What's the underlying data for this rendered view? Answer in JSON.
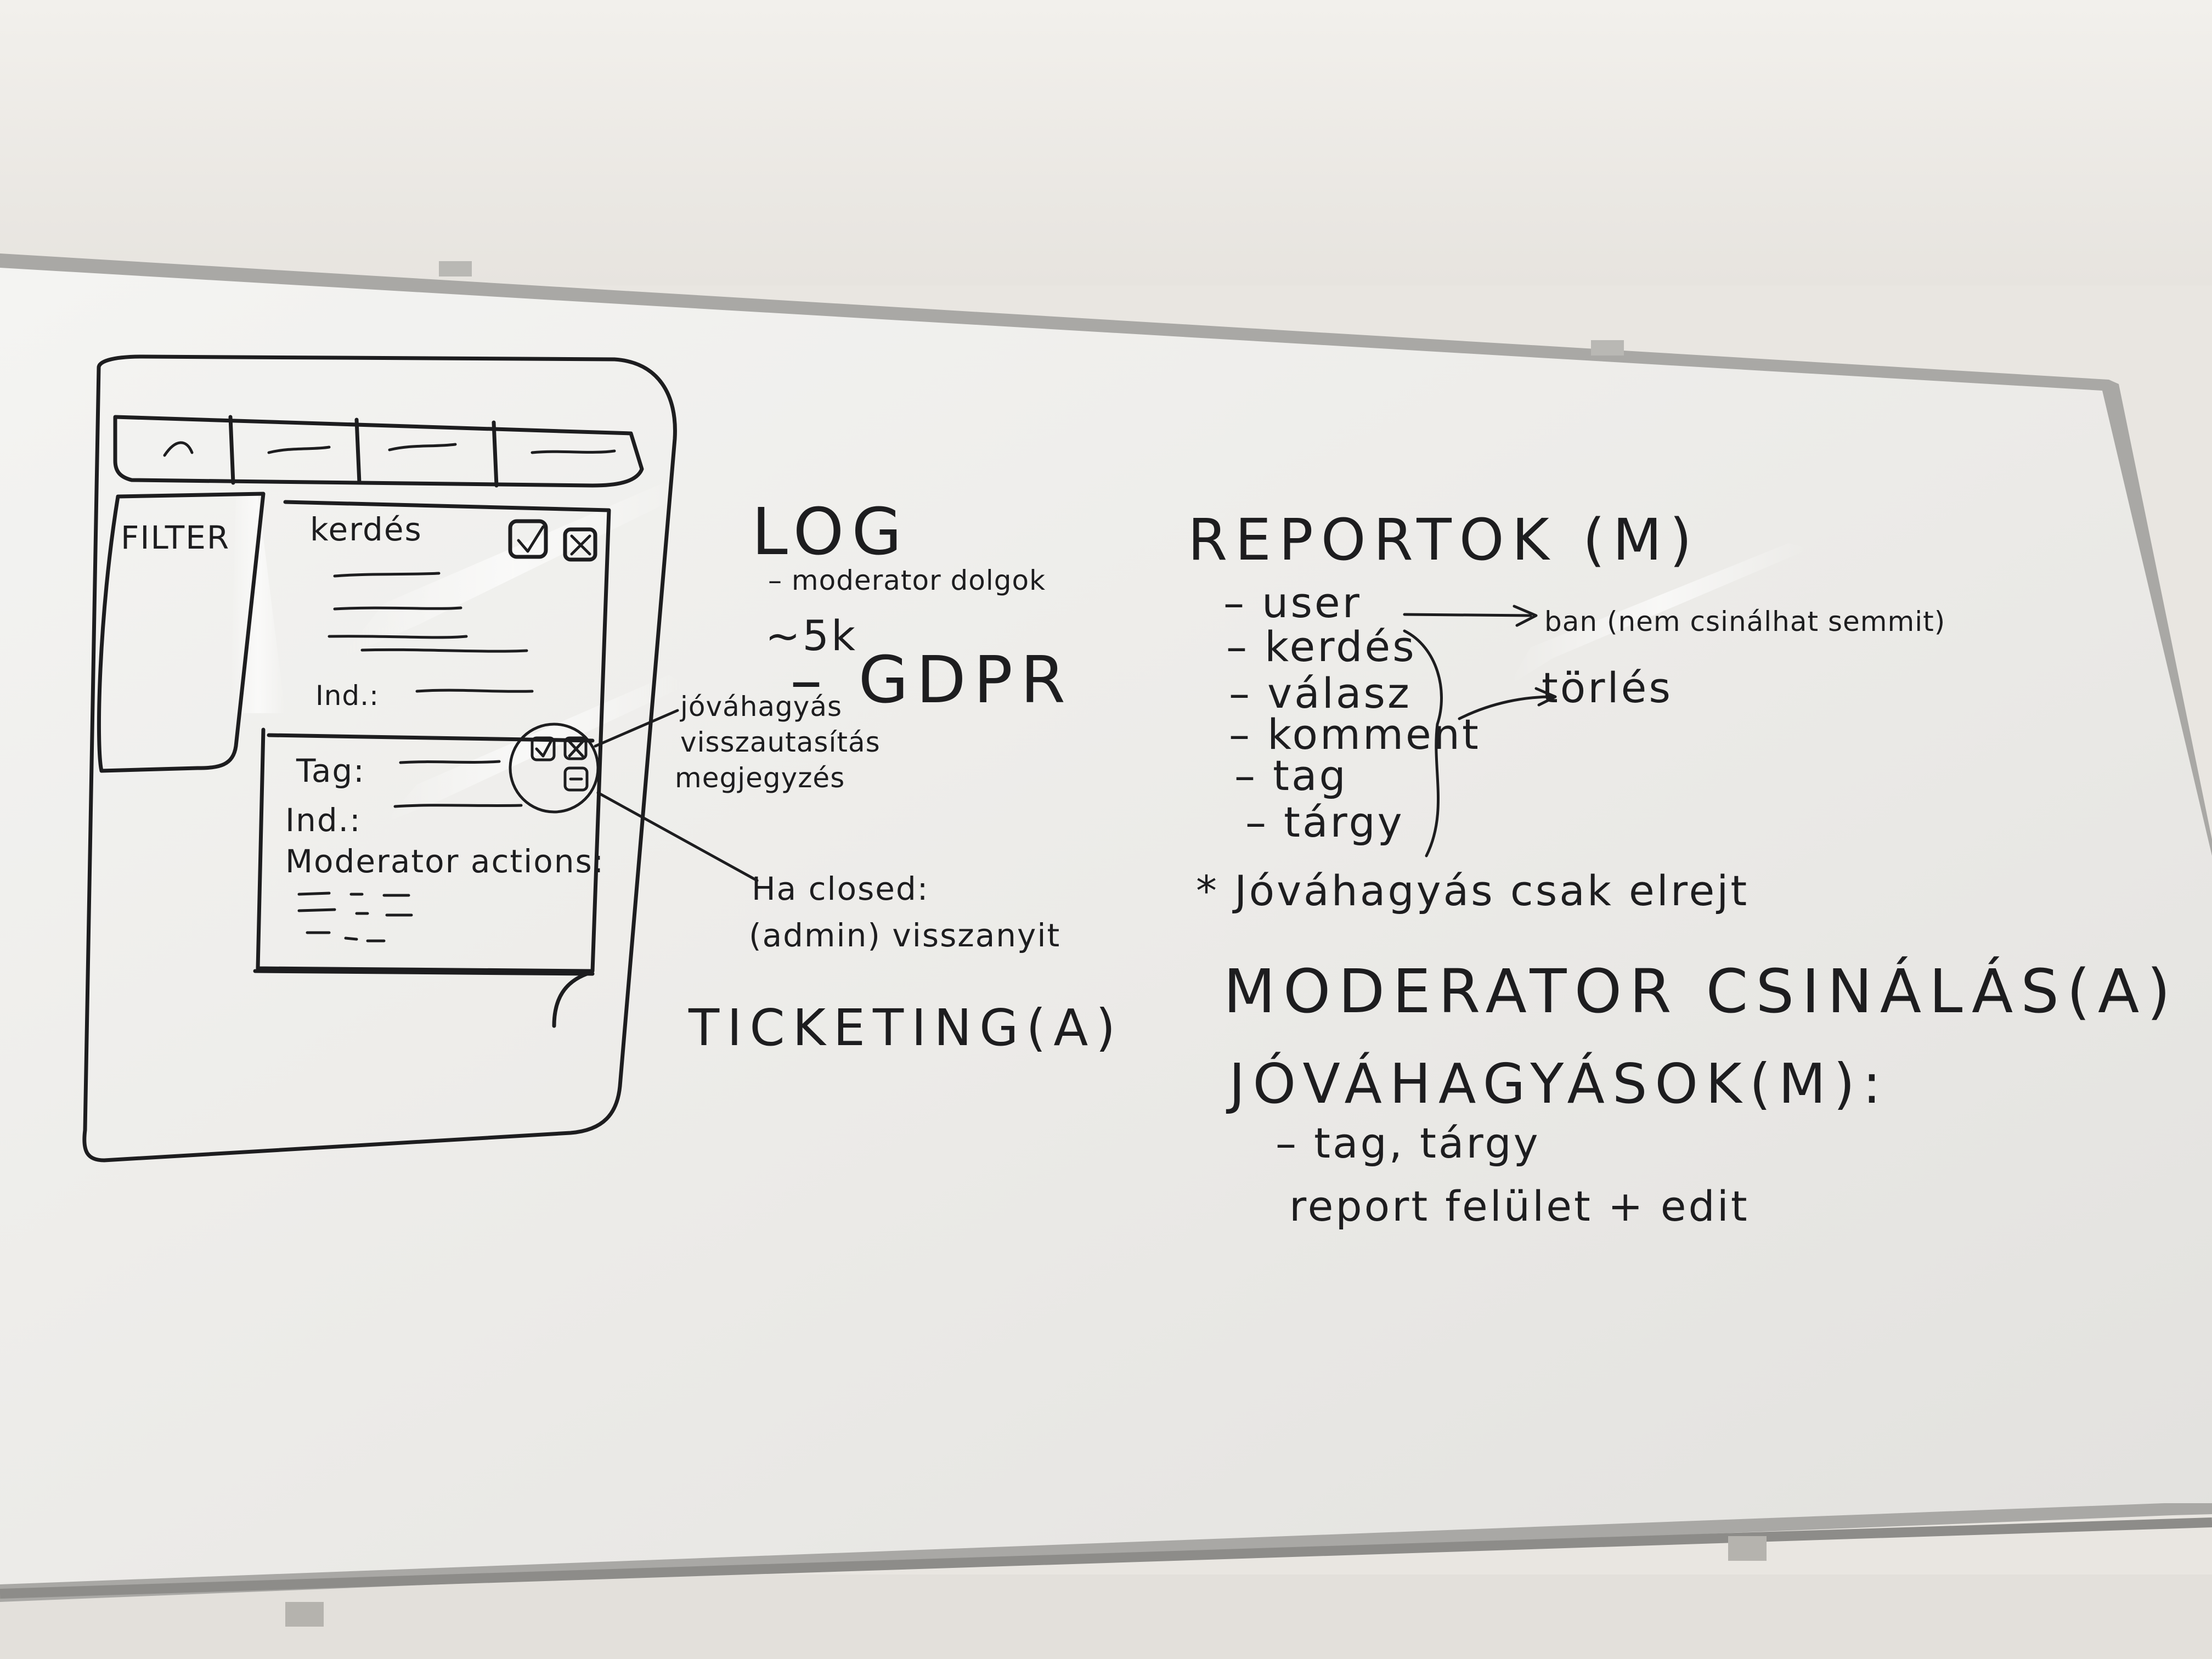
{
  "sketch": {
    "filter_label": "FILTER",
    "question_label": "kerdés",
    "ind_label_1": "Ind.:",
    "tag_label": "Tag:",
    "ind_label_2": "Ind.:",
    "moderator_actions_label": "Moderator actions:"
  },
  "annotations": {
    "approve_lines": [
      "jóváhagyás",
      "visszautasítás",
      "megjegyzés"
    ],
    "closed_lines": [
      "Ha closed:",
      "(admin) visszanyit"
    ]
  },
  "log": {
    "title": "LOG",
    "items": [
      "– moderator dolgok",
      "~5k",
      "– GDPR"
    ]
  },
  "ticketing": {
    "title": "TICKETING(A)"
  },
  "reports": {
    "title": "REPORTOK (M)",
    "items": [
      "– user",
      "– kerdés",
      "– válasz",
      "– komment",
      "– tag",
      "– tárgy"
    ],
    "ban_note": "ban (nem csinálhat semmit)",
    "delete_note": "törlés",
    "approve_note": "* Jóváhagyás csak elrejt"
  },
  "moderator": {
    "title": "MODERATOR CSINÁLÁS(A)",
    "approvals_title": "JÓVÁHAGYÁSOK(M):",
    "approvals_items": [
      "– tag, tárgy",
      "report felület + edit"
    ]
  }
}
